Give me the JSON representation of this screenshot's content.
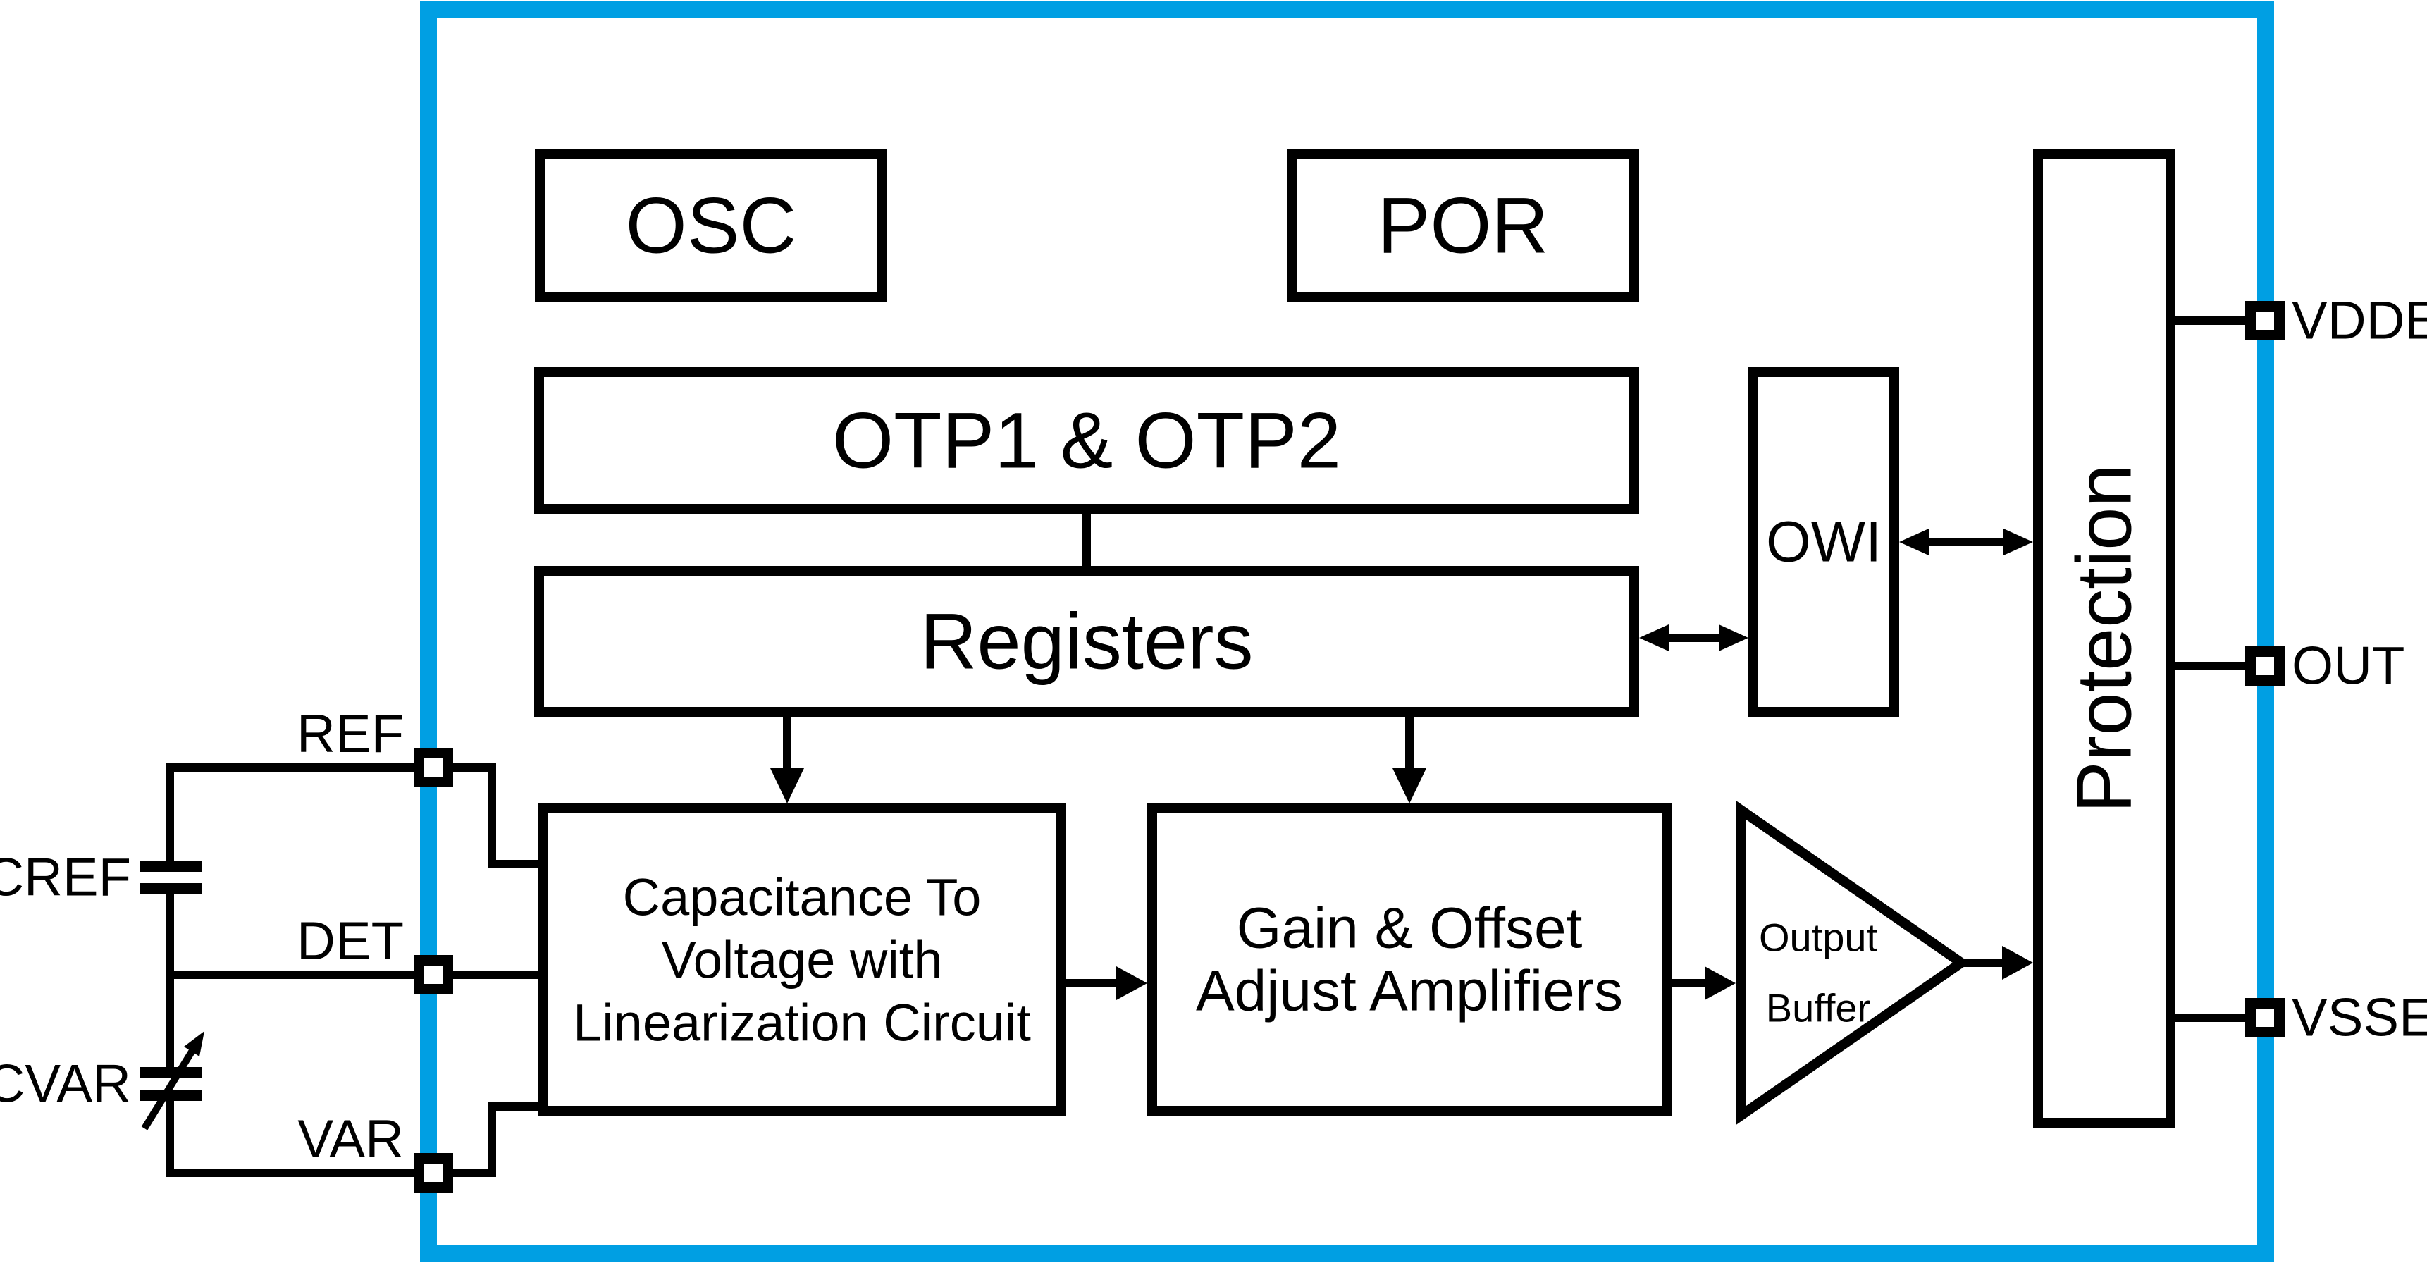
{
  "diagram": {
    "accent_blue": "#009FE3",
    "blocks": {
      "osc": "OSC",
      "por": "POR",
      "otp": "OTP1 & OTP2",
      "registers": "Registers",
      "owi": "OWI",
      "protection": "Protection",
      "cap_to_voltage": {
        "line1": "Capacitance To",
        "line2": "Voltage with",
        "line3": "Linearization Circuit"
      },
      "gain_offset": {
        "line1": "Gain & Offset",
        "line2": "Adjust Amplifiers"
      },
      "output_buffer": {
        "line1": "Output",
        "line2": "Buffer"
      }
    },
    "pins": {
      "ref": "REF",
      "det": "DET",
      "var": "VAR",
      "vdde": "VDDE",
      "out": "OUT",
      "vsse": "VSSE"
    },
    "external_components": {
      "cref": "CREF",
      "cvar": "CVAR"
    }
  }
}
